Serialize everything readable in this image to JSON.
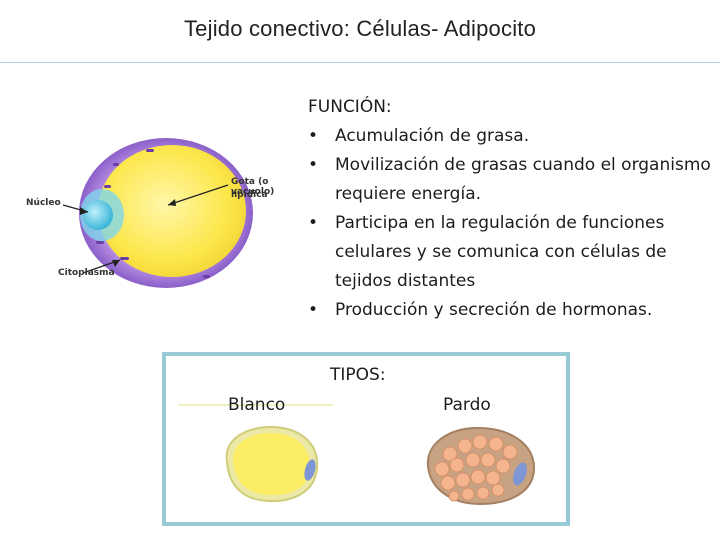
{
  "slide": {
    "title": "Tejido conectivo: Células- Adipocito"
  },
  "diagram": {
    "labels": {
      "nucleus": "Núcleo",
      "droplet_line1": "Gota (o vacuolo)",
      "droplet_line2": "lipídica",
      "cytoplasm": "Citoplasma"
    },
    "colors": {
      "membrane": "#9a6fd0",
      "droplet": "#fde74c",
      "nucleus": "#4fc3e0"
    }
  },
  "functions": {
    "heading": "FUNCIÓN:",
    "items": [
      "Acumulación de grasa.",
      "Movilización de grasas cuando el organismo requiere energía.",
      "Participa en la regulación de funciones celulares y se comunica con células de tejidos distantes",
      "Producción y secreción de hormonas."
    ]
  },
  "types": {
    "heading": "TIPOS:",
    "white": "Blanco",
    "brown": "Pardo",
    "border_color": "#98cad6"
  }
}
